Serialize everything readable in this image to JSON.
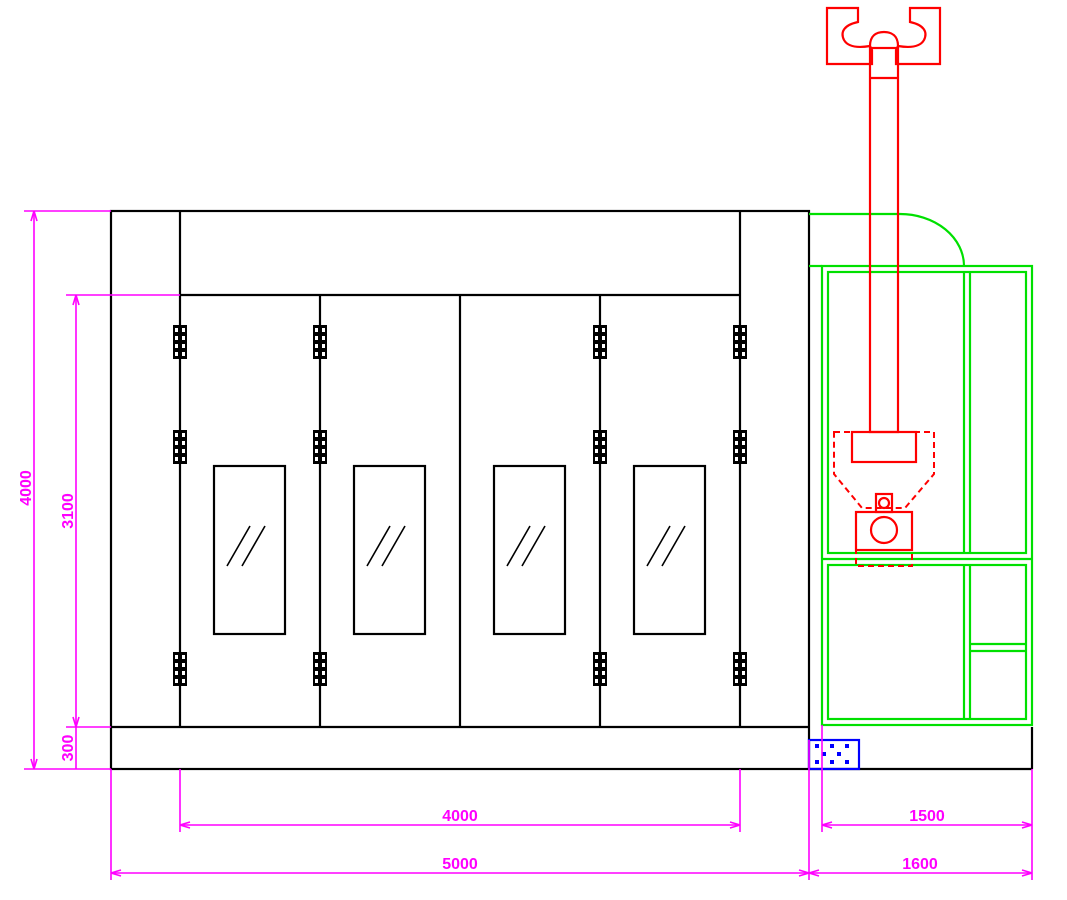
{
  "dimensions": {
    "overall_height": "4000",
    "wall_height": "3100",
    "base_height": "300",
    "door_width": "4000",
    "booth_width": "5000",
    "unit_inner_width": "1500",
    "unit_width": "1600"
  },
  "colors": {
    "booth_outline": "#000000",
    "air_unit": "#00e000",
    "exhaust_duct": "#ff0000",
    "dimension": "#ff00ff",
    "base_block": "#0000ff"
  },
  "icons": {
    "hinge": "hinge-icon",
    "glass": "glass-window-icon",
    "fan": "fan-motor-icon"
  }
}
